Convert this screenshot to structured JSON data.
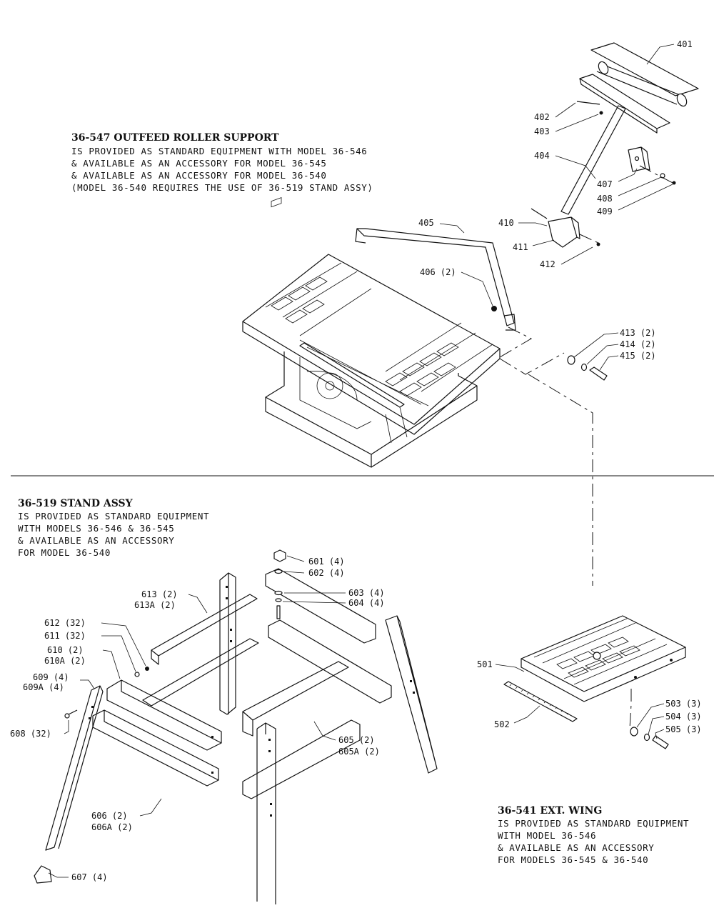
{
  "sections": {
    "outfeed": {
      "title": "36-547 OUTFEED ROLLER SUPPORT",
      "lines": [
        "IS PROVIDED AS STANDARD EQUIPMENT WITH MODEL 36-546",
        "& AVAILABLE AS AN ACCESSORY FOR MODEL 36-545",
        "& AVAILABLE AS AN ACCESSORY FOR MODEL 36-540",
        "(MODEL 36-540 REQUIRES THE USE OF 36-519 STAND ASSY)"
      ]
    },
    "stand": {
      "title": "36-519 STAND ASSY",
      "lines": [
        "IS PROVIDED AS STANDARD EQUIPMENT",
        "WITH MODELS 36-546 & 36-545",
        "& AVAILABLE AS AN ACCESSORY",
        "FOR MODEL 36-540"
      ]
    },
    "wing": {
      "title": "36-541 EXT. WING",
      "lines": [
        "IS PROVIDED AS STANDARD EQUIPMENT",
        "WITH MODEL 36-546",
        "& AVAILABLE AS AN ACCESSORY",
        "FOR MODELS 36-545 & 36-540"
      ]
    }
  },
  "callouts": {
    "p401": "401",
    "p402": "402",
    "p403": "403",
    "p404": "404",
    "p405": "405",
    "p406": "406 (2)",
    "p407": "407",
    "p408": "408",
    "p409": "409",
    "p410": "410",
    "p411": "411",
    "p412": "412",
    "p413": "413 (2)",
    "p414": "414 (2)",
    "p415": "415 (2)",
    "p501": "501",
    "p502": "502",
    "p503": "503 (3)",
    "p504": "504 (3)",
    "p505": "505 (3)",
    "p601": "601 (4)",
    "p602": "602 (4)",
    "p603": "603 (4)",
    "p604": "604 (4)",
    "p605": "605 (2)",
    "p605a": "605A (2)",
    "p606": "606 (2)",
    "p606a": "606A (2)",
    "p607": "607 (4)",
    "p608": "608 (32)",
    "p609": "609 (4)",
    "p609a": "609A (4)",
    "p610": "610 (2)",
    "p610a": "610A (2)",
    "p611": "611 (32)",
    "p612": "612 (32)",
    "p613": "613 (2)",
    "p613a": "613A (2)"
  }
}
